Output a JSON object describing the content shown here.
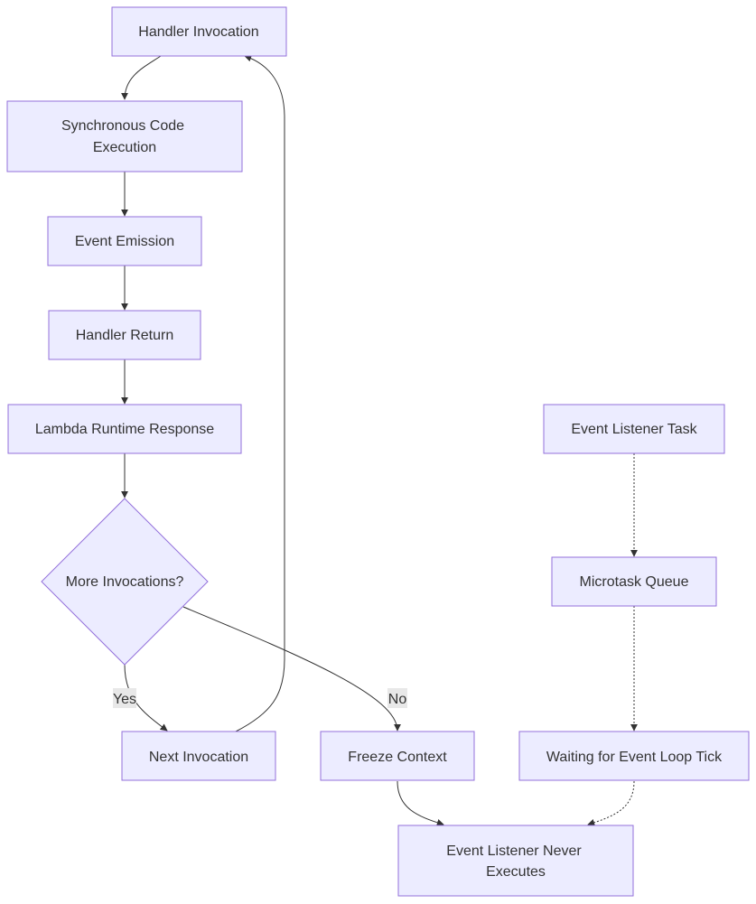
{
  "nodes": {
    "handler_invocation": "Handler Invocation",
    "sync_exec_line1": "Synchronous Code",
    "sync_exec_line2": "Execution",
    "event_emission": "Event Emission",
    "handler_return": "Handler Return",
    "lambda_runtime_response": "Lambda Runtime Response",
    "more_invocations": "More Invocations?",
    "next_invocation": "Next Invocation",
    "freeze_context": "Freeze Context",
    "event_listener_task": "Event Listener Task",
    "microtask_queue": "Microtask Queue",
    "waiting_event_loop_tick": "Waiting for Event Loop Tick",
    "never_executes_line1": "Event Listener Never",
    "never_executes_line2": "Executes"
  },
  "edge_labels": {
    "yes": "Yes",
    "no": "No"
  },
  "colors": {
    "node_fill": "#ececff",
    "node_stroke": "#9370db",
    "text": "#333333",
    "edge": "#333333",
    "label_bg": "#e8e8e8"
  }
}
